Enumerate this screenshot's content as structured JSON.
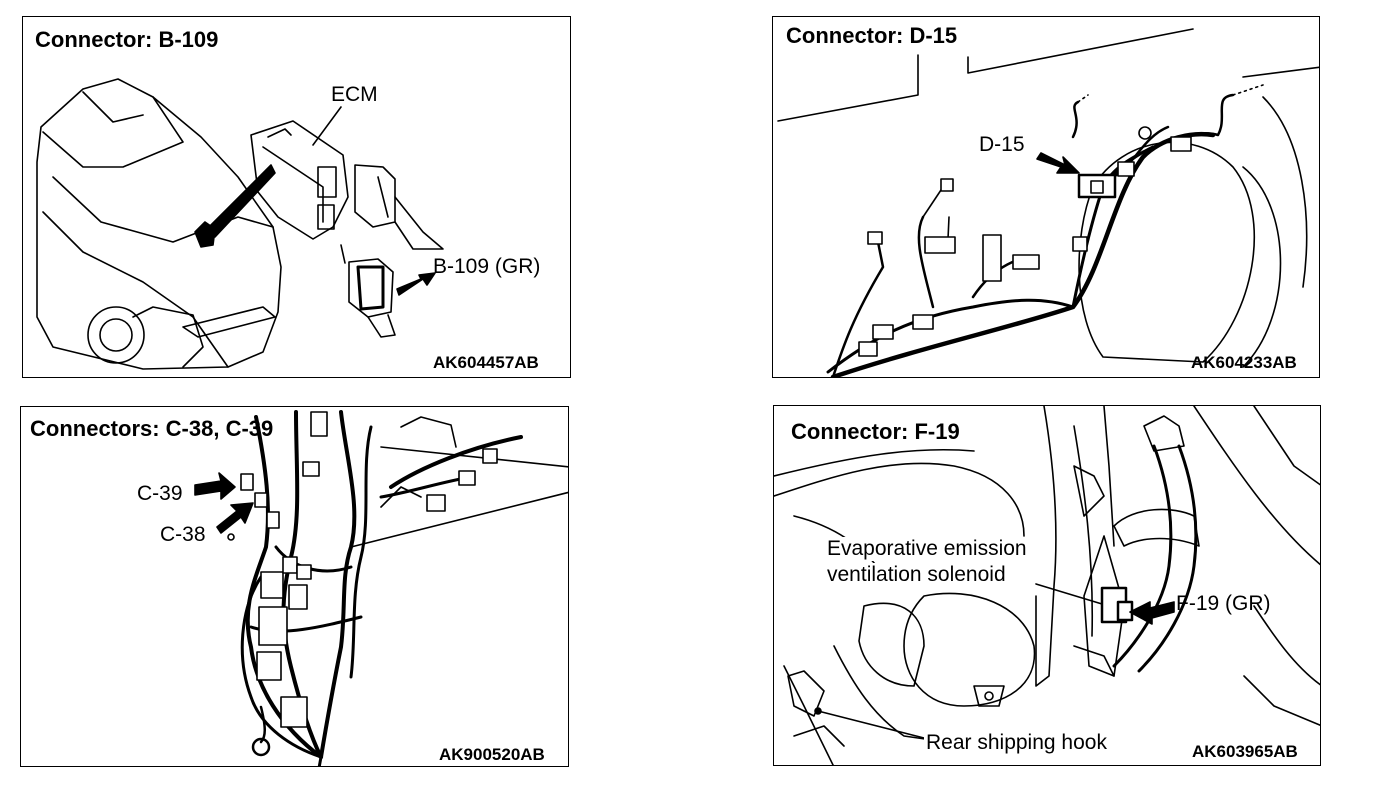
{
  "panels": [
    {
      "title": "Connector: B-109",
      "code": "AK604457AB",
      "labels": {
        "ecm": "ECM",
        "connector": "B-109 (GR)"
      }
    },
    {
      "title": "Connector: D-15",
      "code": "AK604233AB",
      "labels": {
        "connector": "D-15"
      }
    },
    {
      "title": "Connectors: C-38, C-39",
      "code": "AK900520AB",
      "labels": {
        "c39": "C-39",
        "c38": "C-38"
      }
    },
    {
      "title": "Connector: F-19",
      "code": "AK603965AB",
      "labels": {
        "solenoid_line1": "Evaporative emission",
        "solenoid_line2": "ventilation solenoid",
        "connector": "F-19 (GR)",
        "hook": "Rear shipping hook"
      }
    }
  ]
}
